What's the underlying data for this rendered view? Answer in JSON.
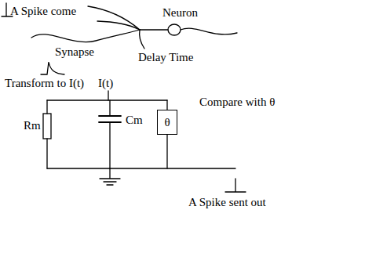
{
  "diagram": {
    "nodes": [
      {
        "text": [
          "θ"
        ]
      }
    ],
    "labels": [
      "A Spike come",
      "Neuron",
      "Synapse",
      "Delay Time",
      "Transform to I(t)",
      "I(t)",
      "Rm",
      "Cm",
      "Compare with θ",
      "A Spike sent out"
    ]
  }
}
